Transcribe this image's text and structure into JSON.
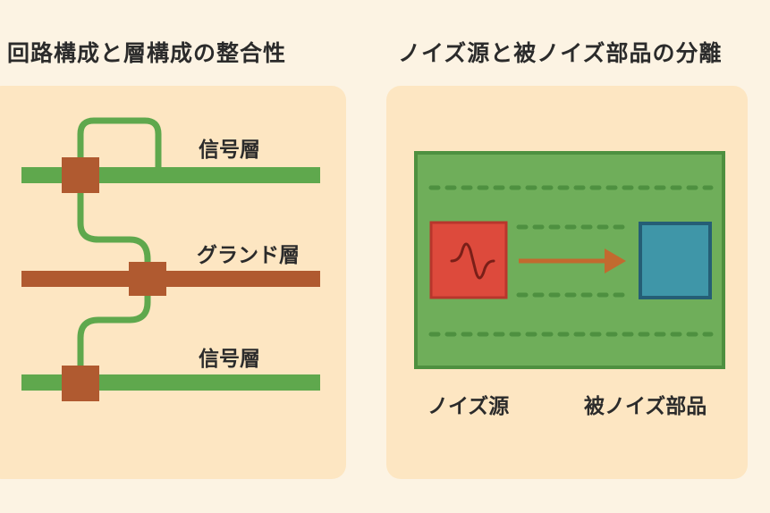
{
  "left_panel": {
    "title": "回路構成と層構成の整合性",
    "layers": [
      {
        "label": "信号層",
        "color": "#5fa84d"
      },
      {
        "label": "グランド層",
        "color": "#b05a30"
      },
      {
        "label": "信号層",
        "color": "#5fa84d"
      }
    ]
  },
  "right_panel": {
    "title": "ノイズ源と被ノイズ部品の分離",
    "noise_source_label": "ノイズ源",
    "victim_label": "被ノイズ部品"
  },
  "colors": {
    "signal_trace": "#5fa84d",
    "ground_plane": "#b05a30",
    "board": "#6fae5a",
    "noise_source": "#dd4a3c",
    "victim": "#3f96a8",
    "arrow": "#c26a2f"
  }
}
